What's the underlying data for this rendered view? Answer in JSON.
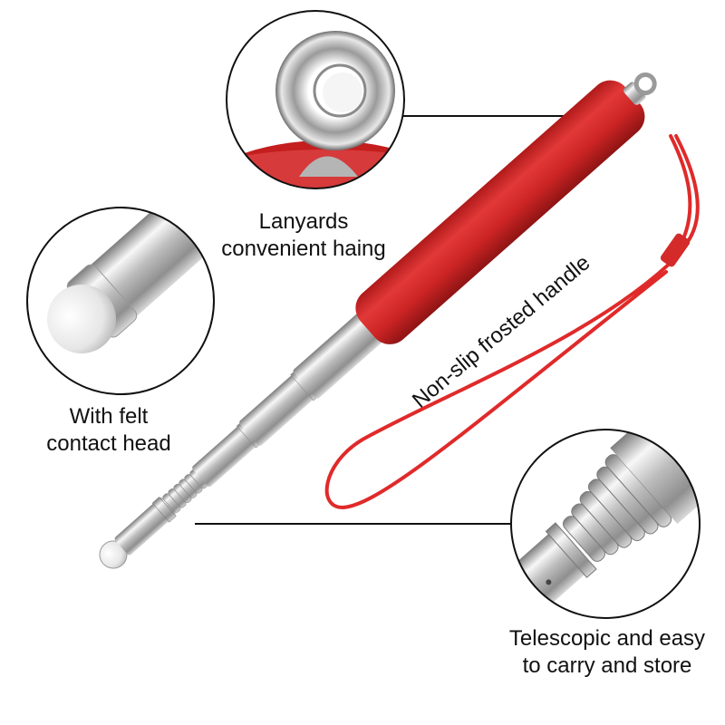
{
  "colors": {
    "handle_red": "#d42a2a",
    "handle_dark": "#a01818",
    "lanyard_red": "#e02a2a",
    "steel_light": "#f2f2f2",
    "steel_dark": "#8a8a8a",
    "callout_line": "#111111"
  },
  "callouts": {
    "lanyard": {
      "line1": "Lanyards",
      "line2": "convenient haing"
    },
    "felt": {
      "line1": "With felt",
      "line2": "contact head"
    },
    "telescopic": {
      "line1": "Telescopic and easy",
      "line2": "to carry and store"
    }
  },
  "handle_label": "Non-slip frosted handle"
}
